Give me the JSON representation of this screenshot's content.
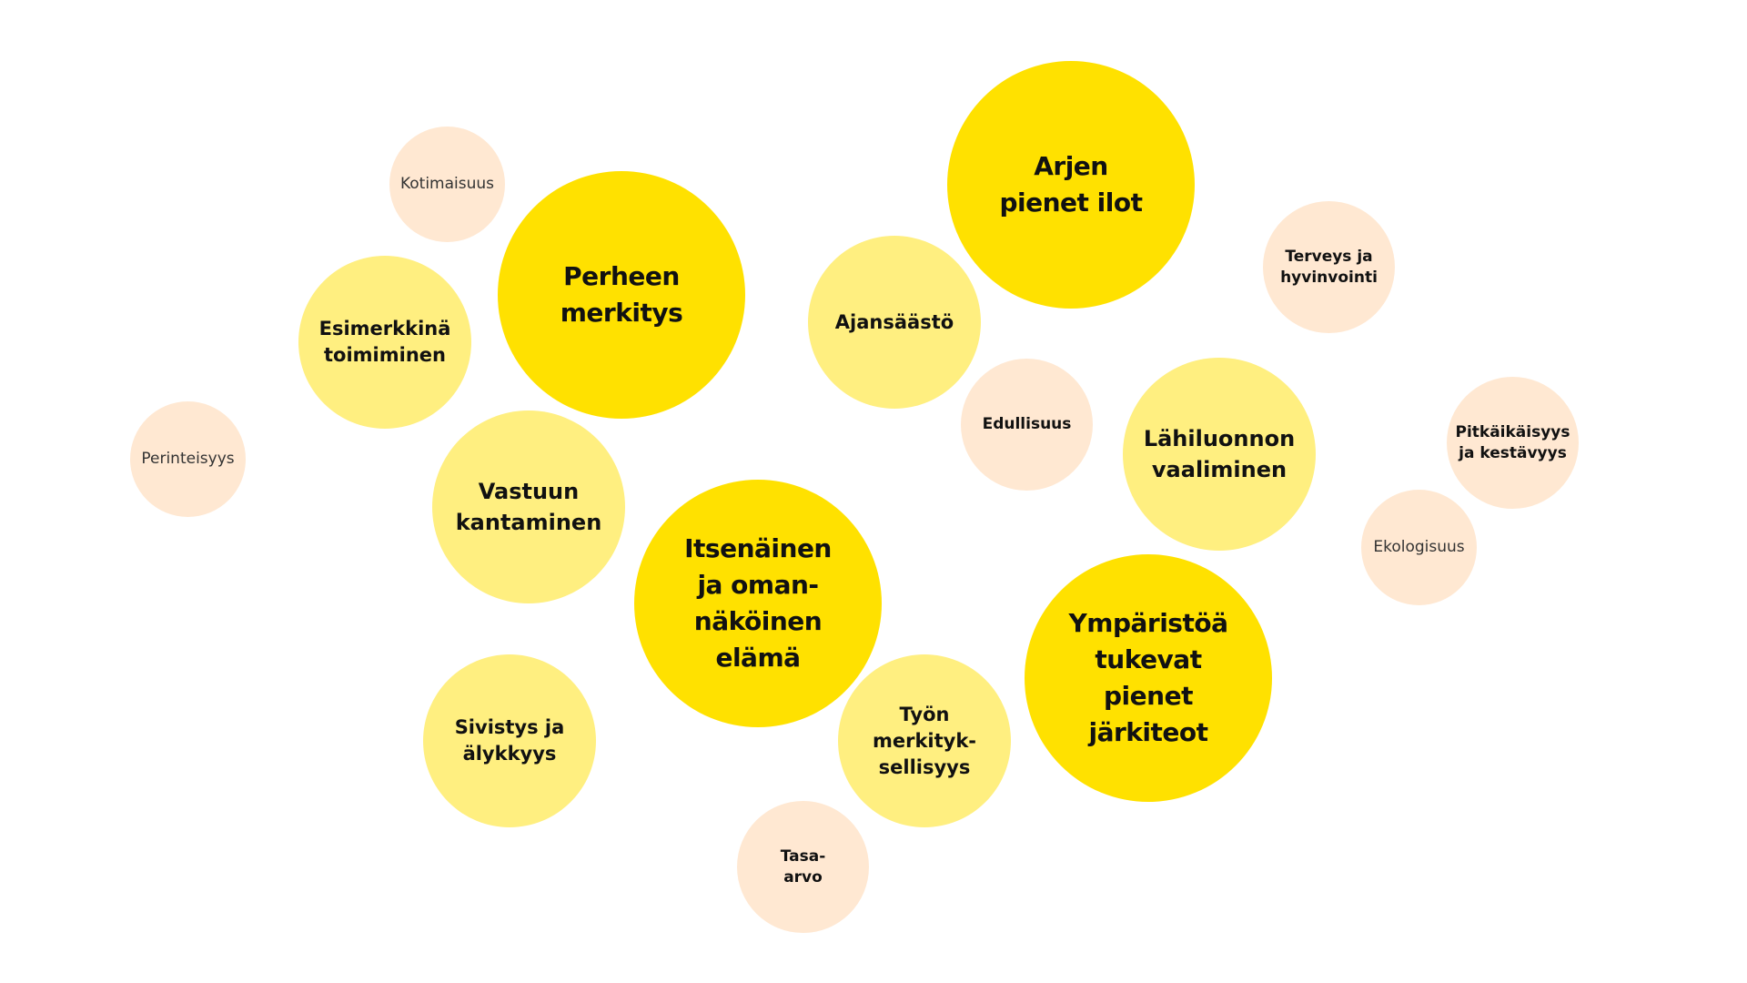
{
  "diagram": {
    "colors": {
      "primary": "#FFE100",
      "secondary": "#FFEF80",
      "tertiary": "#FFE8D2",
      "text": "#111111",
      "background": "#FFFFFF"
    },
    "bubbles": {
      "arjen_pienet_ilot": "Arjen\npienet ilot",
      "perheen_merkitys": "Perheen\nmerkitys",
      "itsenainen_elama": "Itsenäinen\nja oman-\nnäköinen\nelämä",
      "ymparistoa_tukevat": "Ympäristöä\ntukevat\npienet\njärkiteot",
      "ajansaasto": "Ajansäästö",
      "esimerkkina_toimiminen": "Esimerkkinä\ntoimiminen",
      "vastuun_kantaminen": "Vastuun\nkantaminen",
      "lahiluonnon_vaaliminen": "Lähiluonnon\nvaaliminen",
      "sivistys_ja_alykkyys": "Sivistys ja\nälykkyys",
      "tyon_merkityksellisyys": "Työn\nmerkityk-\nsellisyys",
      "kotimaisuus": "Kotimaisuus",
      "perinteisyys": "Perinteisyys",
      "edullisuus": "Edullisuus",
      "terveys_ja_hyvinvointi": "Terveys ja\nhyvinvointi",
      "pitkaikaisyys": "Pitkäikäisyys\nja kestävyys",
      "ekologisuus": "Ekologisuus",
      "tasa_arvo": "Tasa-\narvo"
    }
  }
}
